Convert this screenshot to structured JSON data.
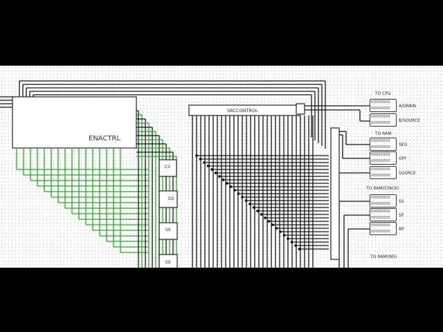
{
  "components": {
    "enactrl": {
      "label": "ENACTRL"
    },
    "srccontrol": {
      "label": "SRCCONTROL"
    },
    "registers": [
      {
        "label": "CS"
      },
      {
        "label": "DS"
      },
      {
        "label": "SS"
      },
      {
        "label": "ES"
      }
    ]
  },
  "outputs": {
    "to_cpu": {
      "title": "TO CPU",
      "displays": [
        {
          "label": "A/DRAIN",
          "value": "00000000 00000000"
        },
        {
          "label": "B/SOURCE",
          "value": "00000000 00000000"
        }
      ]
    },
    "to_ram": {
      "title": "TO RAM",
      "displays": [
        {
          "label": "SEG",
          "value": "00000000 00000000"
        },
        {
          "label": "OFF",
          "value": "00000000 00000000"
        },
        {
          "label": "SOURCE",
          "value": "00000000 00000000"
        }
      ]
    },
    "to_ram_stack": {
      "title": "TO RAM(STACK)",
      "displays": [
        {
          "label": "SS",
          "value": "00000000 00000000"
        },
        {
          "label": "SP",
          "value": "00000000 00000000"
        },
        {
          "label": "BP",
          "value": "00000000 00000000"
        }
      ]
    },
    "to_ram_ins": {
      "title": "TO RAM(INS)"
    }
  },
  "colors": {
    "wire": "#111111",
    "active_wire": "#2aa52a",
    "background": "#ffffff",
    "frame": "#000000"
  }
}
